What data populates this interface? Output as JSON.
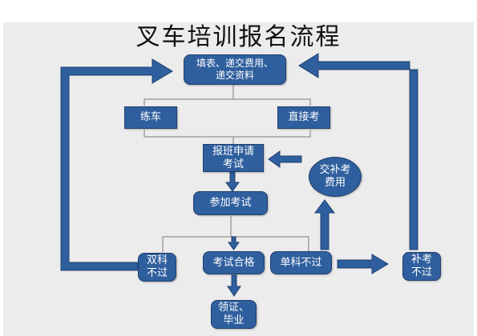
{
  "title": "叉车培训报名流程",
  "nodes": {
    "fill_form": "填表、递交费用、\n递交资料",
    "practice": "练车",
    "direct_exam": "直接考",
    "enroll": "报班申请\n考试",
    "resit_fee": "交补考\n费用",
    "exam": "参加考试",
    "both_fail": "双科\n不过",
    "pass": "考试合格",
    "single_fail": "单科不过",
    "resit": "补考\n不过",
    "certificate": "领证、\n毕业"
  },
  "colors": {
    "box": "#2f5f9e",
    "arrow": "#2f5f9e",
    "arrow_edge": "#1f3f6e",
    "bracket": "#a0a0a0",
    "background": "#ececec"
  }
}
